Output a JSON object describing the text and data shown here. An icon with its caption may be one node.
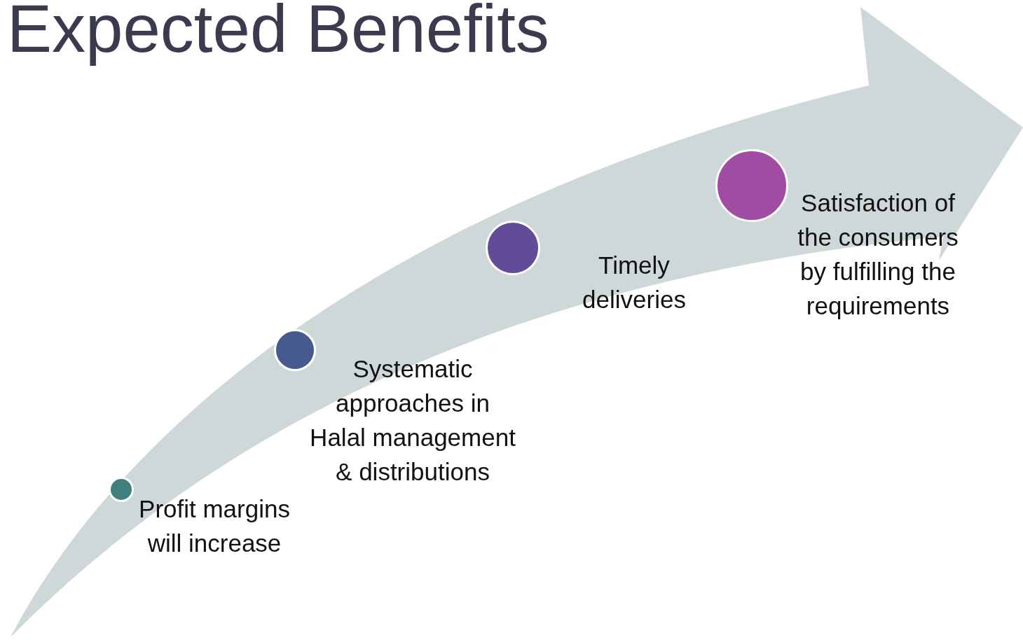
{
  "diagram": {
    "title": "Expected Benefits",
    "nodes": [
      {
        "text": [],
        "shape": "circle",
        "beside": [
          "Profit margins will increase"
        ]
      },
      {
        "text": [],
        "shape": "circle",
        "beside": [
          "Systematic approaches in Halal management & distributions"
        ]
      },
      {
        "text": [],
        "shape": "circle",
        "beside": [
          "Timely deliveries"
        ]
      },
      {
        "text": [],
        "shape": "circle",
        "beside": [
          "Satisfaction of the consumers by fulfilling the requirements"
        ]
      }
    ]
  }
}
